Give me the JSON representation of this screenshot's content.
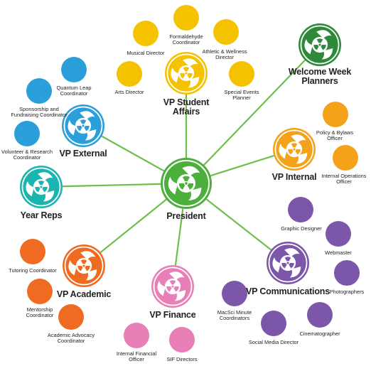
{
  "colors": {
    "president": "#4cae3b",
    "student_affairs": "#f5c200",
    "external": "#2b9fd9",
    "year_reps": "#1ab5ae",
    "academic": "#ef6b22",
    "finance": "#e87fb6",
    "communications": "#7c56a8",
    "internal": "#f3a21a",
    "welcome_week": "#2e8a3a",
    "connector": "#6cc04a"
  },
  "icon": "mcmaster-msu-logo-icon",
  "president": {
    "label": "President"
  },
  "vps": [
    {
      "id": "student-affairs",
      "label": "VP Student\nAffairs",
      "color_key": "student_affairs"
    },
    {
      "id": "welcome-week",
      "label": "Welcome Week\nPlanners",
      "color_key": "welcome_week"
    },
    {
      "id": "internal",
      "label": "VP Internal",
      "color_key": "internal"
    },
    {
      "id": "communications",
      "label": "VP Communications",
      "color_key": "communications"
    },
    {
      "id": "finance",
      "label": "VP Finance",
      "color_key": "finance"
    },
    {
      "id": "academic",
      "label": "VP Academic",
      "color_key": "academic"
    },
    {
      "id": "year-reps",
      "label": "Year Reps",
      "color_key": "year_reps"
    },
    {
      "id": "external",
      "label": "VP External",
      "color_key": "external"
    }
  ],
  "roles": [
    {
      "id": "formaldehyde",
      "label": "Formaldehyde\nCoordinator",
      "color_key": "student_affairs"
    },
    {
      "id": "musical-director",
      "label": "Musical Director",
      "color_key": "student_affairs"
    },
    {
      "id": "athletic-wellness",
      "label": "Athletic & Wellness\nDirector",
      "color_key": "student_affairs"
    },
    {
      "id": "arts-director",
      "label": "Arts Director",
      "color_key": "student_affairs"
    },
    {
      "id": "special-events",
      "label": "Special Events\nPlanner",
      "color_key": "student_affairs"
    },
    {
      "id": "quantum-leap",
      "label": "Quantum Leap\nCoordinator",
      "color_key": "external"
    },
    {
      "id": "sponsorship",
      "label": "Sponsorship and\nFundraising Coordinator",
      "color_key": "external"
    },
    {
      "id": "volunteer-research",
      "label": "Volunteer & Research\nCoordinator",
      "color_key": "external"
    },
    {
      "id": "policy-bylaws",
      "label": "Policy & Bylaws\nOfficer",
      "color_key": "internal"
    },
    {
      "id": "internal-operations",
      "label": "Internal Operations\nOfficer",
      "color_key": "internal"
    },
    {
      "id": "graphic-designer",
      "label": "Graphic Designer",
      "color_key": "communications"
    },
    {
      "id": "webmaster",
      "label": "Webmaster",
      "color_key": "communications"
    },
    {
      "id": "photographers",
      "label": "Photographers",
      "color_key": "communications"
    },
    {
      "id": "macsci-minute",
      "label": "MacSci Minute\nCoordinators",
      "color_key": "communications"
    },
    {
      "id": "cinematographer",
      "label": "Cinematographer",
      "color_key": "communications"
    },
    {
      "id": "social-media",
      "label": "Social Media Director",
      "color_key": "communications"
    },
    {
      "id": "tutoring",
      "label": "Tutoring Coordinator",
      "color_key": "academic"
    },
    {
      "id": "mentorship",
      "label": "Mentorship\nCoordinator",
      "color_key": "academic"
    },
    {
      "id": "academic-advocacy",
      "label": "Academic Advocacy\nCoordinator",
      "color_key": "academic"
    },
    {
      "id": "internal-financial",
      "label": "Internal Financial\nOfficer",
      "color_key": "finance"
    },
    {
      "id": "sif-directors",
      "label": "SIF Directors",
      "color_key": "finance"
    }
  ]
}
